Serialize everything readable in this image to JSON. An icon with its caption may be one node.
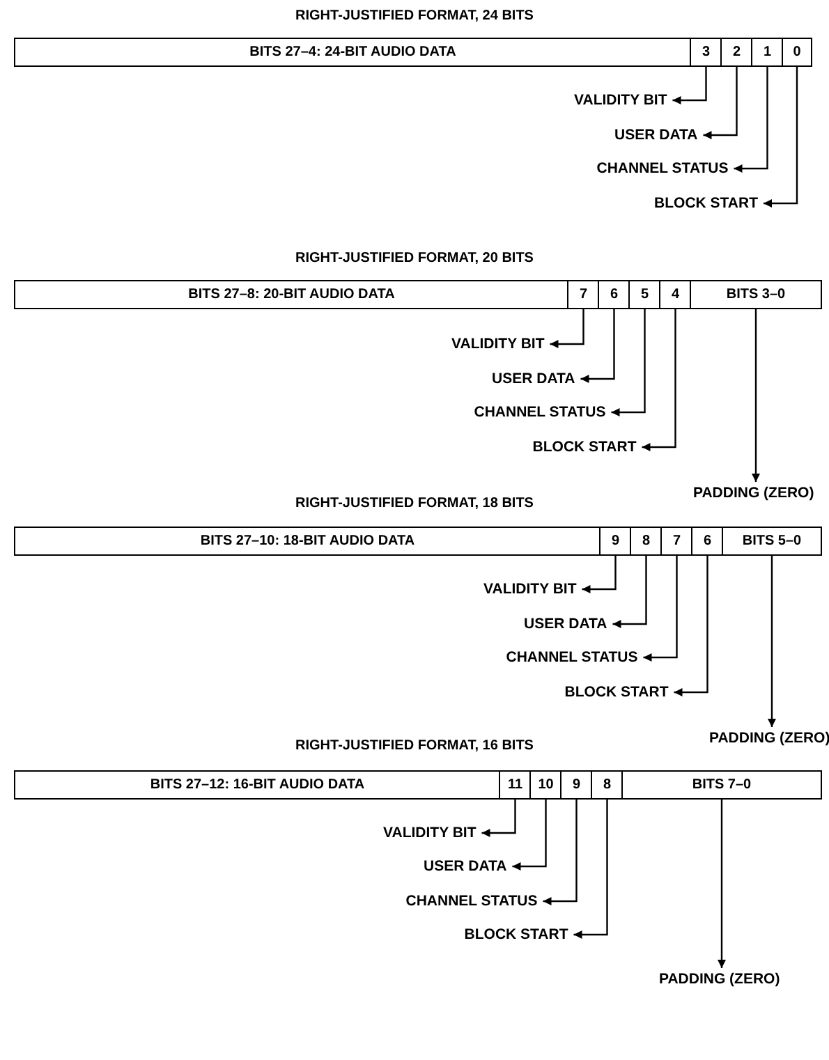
{
  "diagram": {
    "nodes": [
      {
        "text": [
          "BITS 27–4: 24-BIT AUDIO DATA"
        ]
      },
      {
        "text": [
          "3"
        ]
      },
      {
        "text": [
          "2"
        ]
      },
      {
        "text": [
          "1"
        ]
      },
      {
        "text": [
          "0"
        ]
      },
      {
        "text": [
          "VALIDITY BIT"
        ]
      },
      {
        "text": [
          "USER DATA"
        ]
      },
      {
        "text": [
          "CHANNEL STATUS"
        ]
      },
      {
        "text": [
          "BLOCK START"
        ]
      },
      {
        "text": [
          "BITS 27–8: 20-BIT AUDIO DATA"
        ]
      },
      {
        "text": [
          "7"
        ]
      },
      {
        "text": [
          "6"
        ]
      },
      {
        "text": [
          "5"
        ]
      },
      {
        "text": [
          "4"
        ]
      },
      {
        "text": [
          "BITS 3–0"
        ]
      },
      {
        "text": [
          "VALIDITY BIT"
        ]
      },
      {
        "text": [
          "USER DATA"
        ]
      },
      {
        "text": [
          "CHANNEL STATUS"
        ]
      },
      {
        "text": [
          "BLOCK START"
        ]
      },
      {
        "text": [
          "PADDING (ZERO)"
        ]
      },
      {
        "text": [
          "BITS 27–10: 18-BIT AUDIO DATA"
        ]
      },
      {
        "text": [
          "9"
        ]
      },
      {
        "text": [
          "8"
        ]
      },
      {
        "text": [
          "7"
        ]
      },
      {
        "text": [
          "6"
        ]
      },
      {
        "text": [
          "BITS 5–0"
        ]
      },
      {
        "text": [
          "VALIDITY BIT"
        ]
      },
      {
        "text": [
          "USER DATA"
        ]
      },
      {
        "text": [
          "CHANNEL STATUS"
        ]
      },
      {
        "text": [
          "BLOCK START"
        ]
      },
      {
        "text": [
          "PADDING (ZERO)"
        ]
      },
      {
        "text": [
          "BITS 27–12: 16-BIT AUDIO DATA"
        ]
      },
      {
        "text": [
          "11"
        ]
      },
      {
        "text": [
          "10"
        ]
      },
      {
        "text": [
          "9"
        ]
      },
      {
        "text": [
          "8"
        ]
      },
      {
        "text": [
          "BITS 7–0"
        ]
      },
      {
        "text": [
          "VALIDITY BIT"
        ]
      },
      {
        "text": [
          "USER DATA"
        ]
      },
      {
        "text": [
          "CHANNEL STATUS"
        ]
      },
      {
        "text": [
          "BLOCK START"
        ]
      },
      {
        "text": [
          "PADDING (ZERO)"
        ]
      }
    ],
    "edges": [
      {
        "from": 1,
        "to": 5,
        "arrow": "to"
      },
      {
        "from": 2,
        "to": 6,
        "arrow": "to"
      },
      {
        "from": 3,
        "to": 7,
        "arrow": "to"
      },
      {
        "from": 4,
        "to": 8,
        "arrow": "to"
      },
      {
        "from": 10,
        "to": 15,
        "arrow": "to"
      },
      {
        "from": 11,
        "to": 16,
        "arrow": "to"
      },
      {
        "from": 12,
        "to": 17,
        "arrow": "to"
      },
      {
        "from": 13,
        "to": 18,
        "arrow": "to"
      },
      {
        "from": 14,
        "to": 19,
        "arrow": "to"
      },
      {
        "from": 21,
        "to": 26,
        "arrow": "to"
      },
      {
        "from": 22,
        "to": 27,
        "arrow": "to"
      },
      {
        "from": 23,
        "to": 28,
        "arrow": "to"
      },
      {
        "from": 24,
        "to": 29,
        "arrow": "to"
      },
      {
        "from": 25,
        "to": 30,
        "arrow": "to"
      },
      {
        "from": 32,
        "to": 37,
        "arrow": "to"
      },
      {
        "from": 33,
        "to": 38,
        "arrow": "to"
      },
      {
        "from": 34,
        "to": 39,
        "arrow": "to"
      },
      {
        "from": 35,
        "to": 40,
        "arrow": "to"
      },
      {
        "from": 36,
        "to": 41,
        "arrow": "to"
      }
    ],
    "labels": [
      "RIGHT-JUSTIFIED FORMAT, 24 BITS",
      "RIGHT-JUSTIFIED FORMAT, 20 BITS",
      "RIGHT-JUSTIFIED FORMAT, 18 BITS",
      "RIGHT-JUSTIFIED FORMAT, 16 BITS"
    ]
  }
}
